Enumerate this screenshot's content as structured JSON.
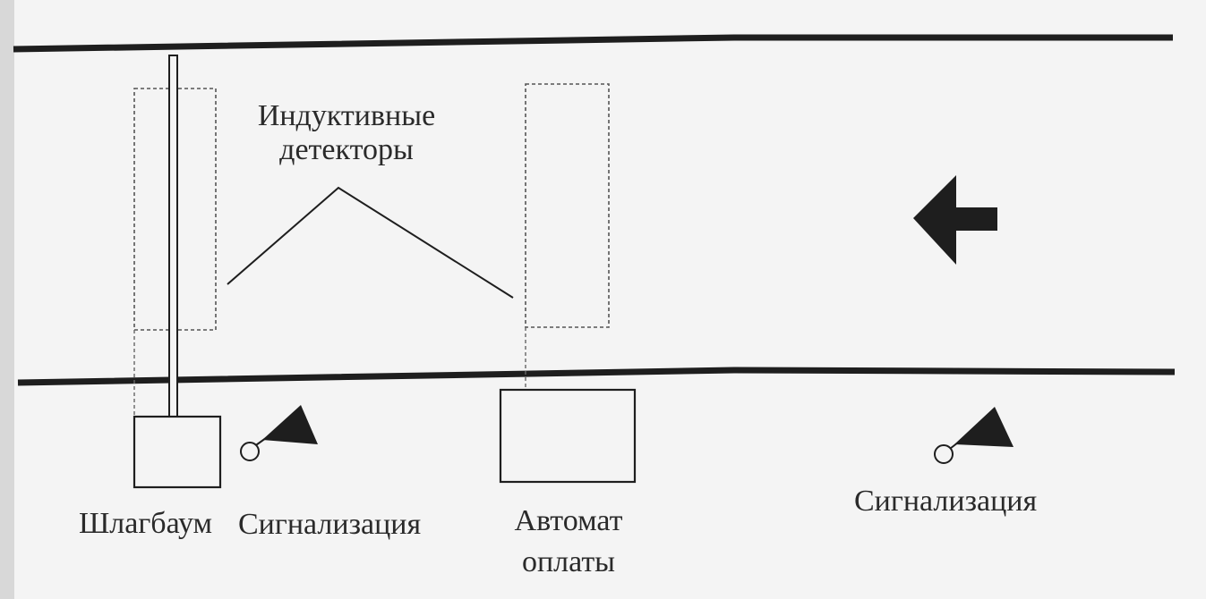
{
  "labels": {
    "detectors_line1": "Индуктивные",
    "detectors_line2": "детекторы",
    "barrier": "Шлагбаум",
    "signal_left": "Сигнализация",
    "payment_line1": "Автомат",
    "payment_line2": "оплаты",
    "signal_right": "Сигнализация"
  },
  "icons": {
    "direction": "left-arrow-icon",
    "signal": "traffic-signal-icon"
  },
  "colors": {
    "ink": "#1e1e1e",
    "paper": "#f4f4f4"
  }
}
